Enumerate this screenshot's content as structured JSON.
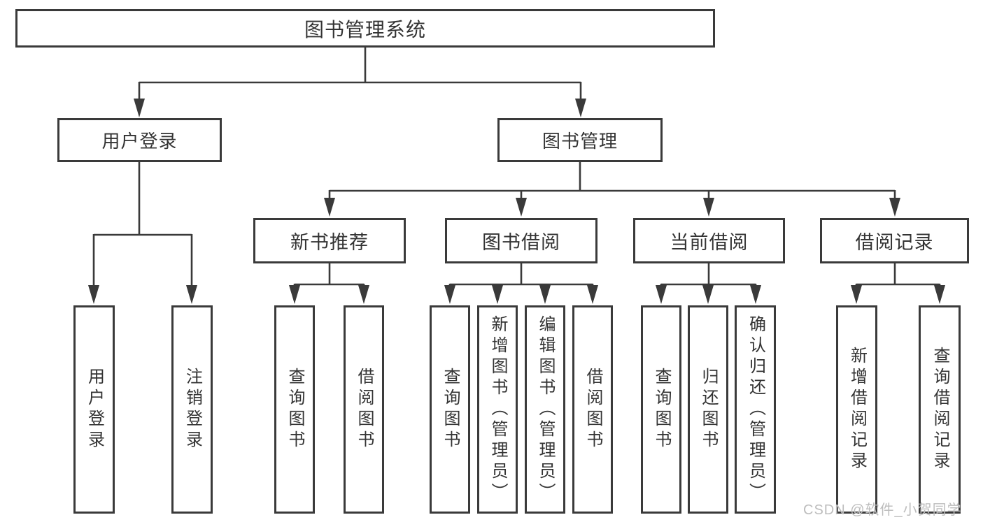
{
  "diagram": {
    "title": "图书管理系统",
    "root": {
      "label": "图书管理系统"
    },
    "level2": [
      {
        "label": "用户登录"
      },
      {
        "label": "图书管理"
      }
    ],
    "level3": [
      {
        "label": "新书推荐"
      },
      {
        "label": "图书借阅"
      },
      {
        "label": "当前借阅"
      },
      {
        "label": "借阅记录"
      }
    ],
    "leaves": {
      "user": [
        "用户登录",
        "注销登录"
      ],
      "recommend": [
        "查询图书",
        "借阅图书"
      ],
      "borrow": [
        "查询图书",
        "新增图书（管理员）",
        "编辑图书（管理员）",
        "借阅图书"
      ],
      "current": [
        "查询图书",
        "归还图书",
        "确认归还（管理员）"
      ],
      "records": [
        "新增借阅记录",
        "查询借阅记录"
      ]
    }
  },
  "watermark": {
    "text": "CSDN @软件_小贺同学"
  },
  "colors": {
    "line": "#3a3a3a",
    "box_border": "#3a3a3a",
    "box_fill": "#ffffff",
    "text": "#333333",
    "watermark": "#bdbdbd",
    "background": "#ffffff"
  }
}
